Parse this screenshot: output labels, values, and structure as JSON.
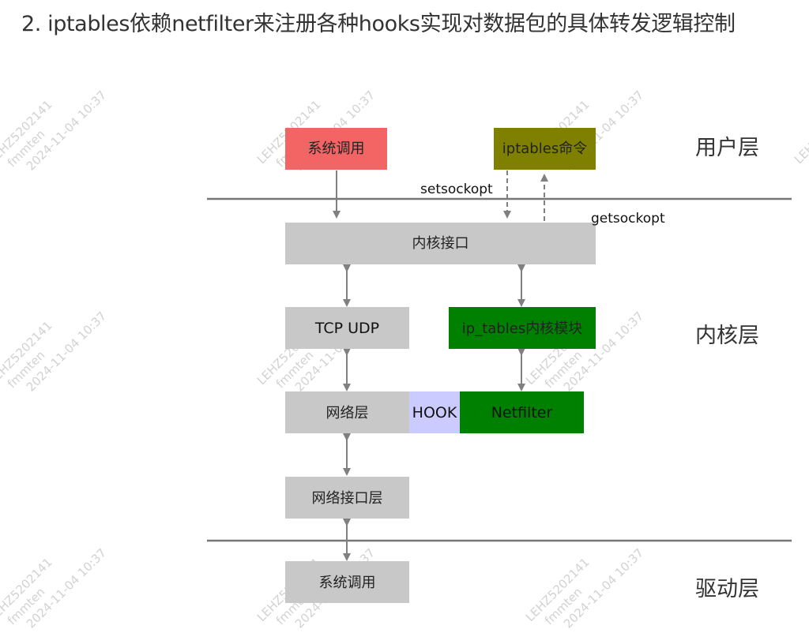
{
  "heading": "2. iptables依赖netfilter来注册各种hooks实现对数据包的具体转发逻辑控制",
  "colors": {
    "syscall_top": "#f36464",
    "iptables_cmd": "#808000",
    "gray_box": "#c8c8c8",
    "green_box": "#008000",
    "hook_box": "#cccbff",
    "line": "#777777",
    "arrow": "#808080"
  },
  "boxes": {
    "syscall_top": "系统调用",
    "iptables_cmd": "iptables命令",
    "kernel_interface": "内核接口",
    "tcp_udp": "TCP UDP",
    "ip_tables_module": "ip_tables内核模块",
    "network_layer": "网络层",
    "hook": "HOOK",
    "netfilter": "Netfilter",
    "network_interface_layer": "网络接口层",
    "syscall_bottom": "系统调用"
  },
  "labels": {
    "setsockopt": "setsockopt",
    "getsockopt": "getsockopt"
  },
  "layers": {
    "user": "用户层",
    "kernel": "内核层",
    "driver": "驱动层"
  },
  "watermark": {
    "line1": "LEHZ5202141",
    "line2": "fmmten",
    "line3": "2024-11-04 10:37"
  }
}
